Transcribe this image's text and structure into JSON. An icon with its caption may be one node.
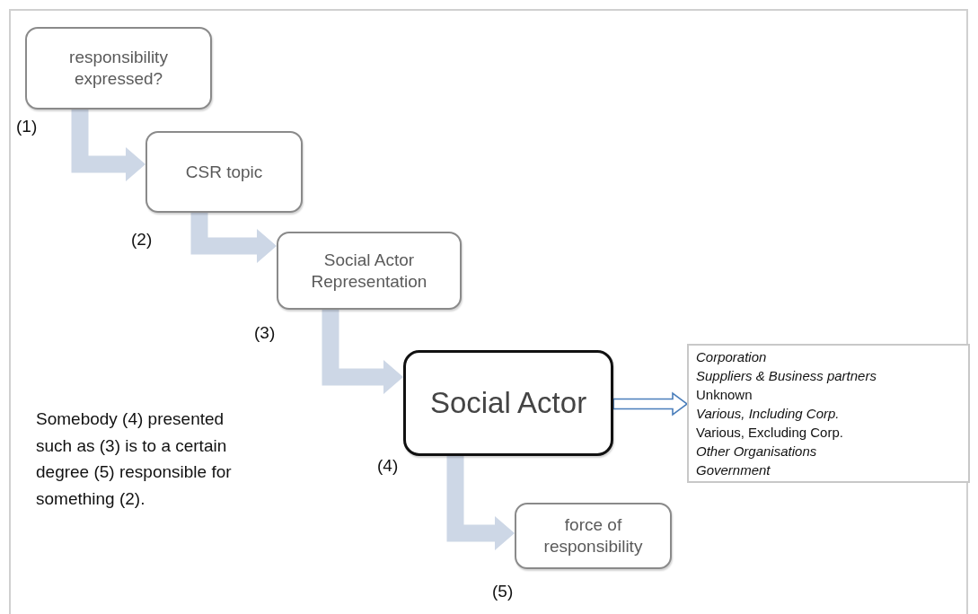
{
  "diagram": {
    "nodes": [
      {
        "text": [
          "responsibility expressed?"
        ],
        "beside": [
          "(1)"
        ]
      },
      {
        "text": [
          "CSR topic"
        ],
        "beside": [
          "(2)"
        ]
      },
      {
        "text": [
          "Social Actor Representation"
        ],
        "beside": [
          "(3)"
        ]
      },
      {
        "text": [
          "Social Actor"
        ],
        "beside": [
          "(4)"
        ]
      },
      {
        "text": [
          "force of responsibility"
        ],
        "beside": [
          "(5)"
        ]
      },
      {
        "text": [
          "*Corporation*",
          "*Suppliers & Business partners*",
          "Unknown",
          "*Various, Including Corp.*",
          "Various, Excluding Corp.",
          "*Other Organisations*",
          "*Government*"
        ]
      }
    ],
    "edges": [
      {
        "from": 0,
        "to": 1,
        "arrow": "to",
        "style": "thick"
      },
      {
        "from": 1,
        "to": 2,
        "arrow": "to",
        "style": "thick"
      },
      {
        "from": 2,
        "to": 3,
        "arrow": "to",
        "style": "thick"
      },
      {
        "from": 3,
        "to": 4,
        "arrow": "to",
        "style": "thick"
      },
      {
        "from": 3,
        "to": 5,
        "arrow": "to",
        "color": "#4a7ebb"
      }
    ],
    "labels": [
      "Somebody (4) presented such as (3) is to a certain degree (5) responsible for something (2)."
    ]
  }
}
